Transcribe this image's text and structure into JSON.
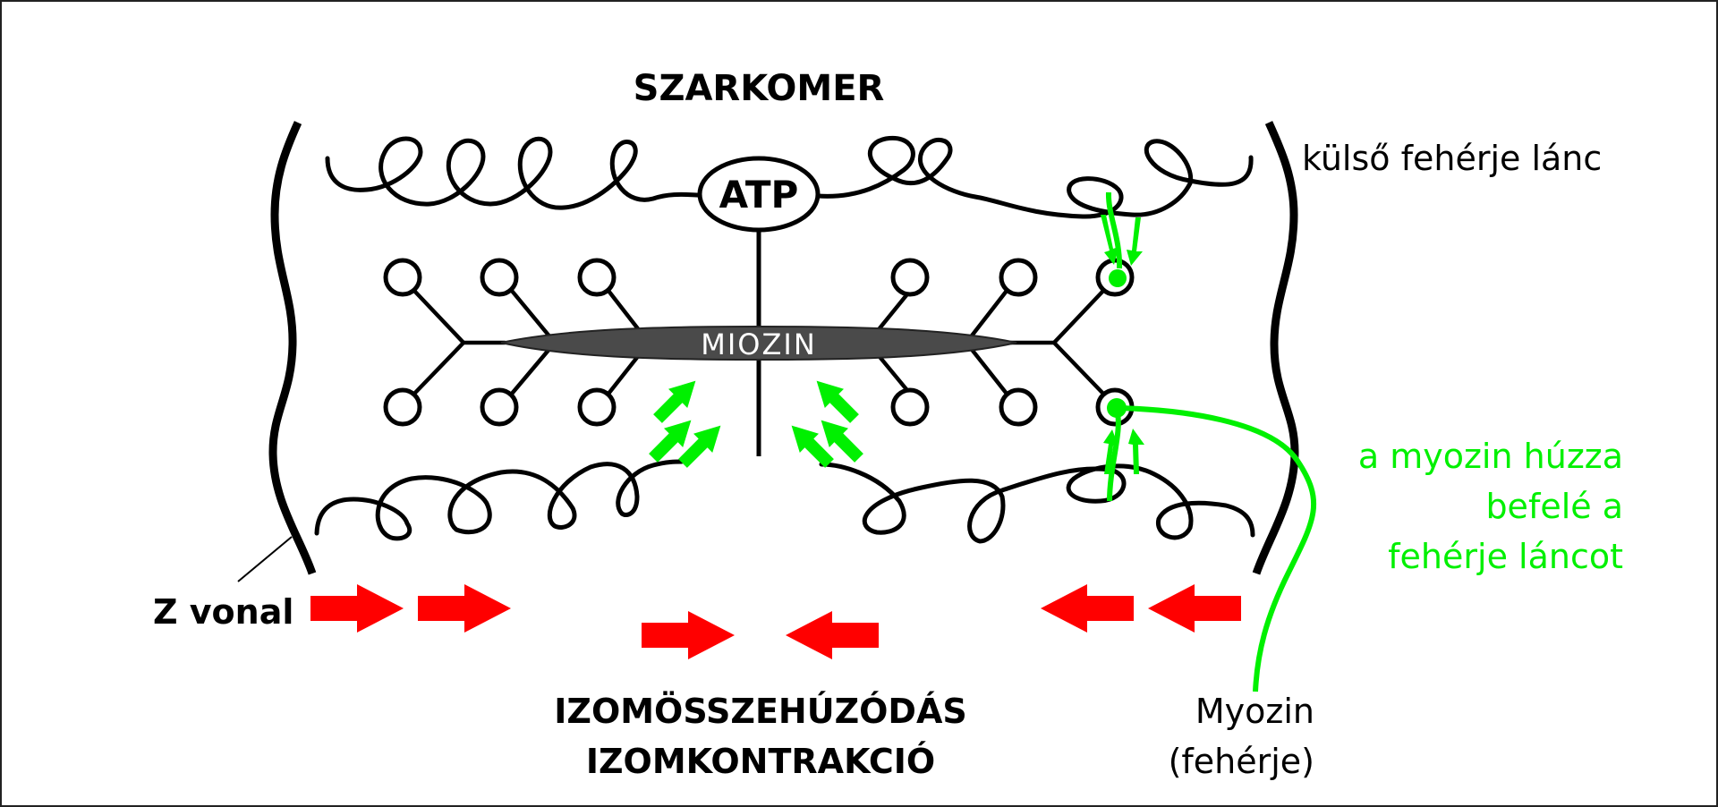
{
  "title": "SZARKOMER",
  "labels": {
    "atp": "ATP",
    "myosin_bar": "MIOZIN",
    "outer_chain": "külső fehérje lánc",
    "pull_note": [
      "a myozin húzza",
      "befelé a",
      "fehérje láncot"
    ],
    "z_line": "Z vonal",
    "myosin_protein": [
      "Myozin",
      "(fehérje)"
    ],
    "contraction": [
      "IZOMÖSSZEHÚZÓDÁS",
      "IZOMKONTRAKCIÓ"
    ]
  },
  "colors": {
    "line": "#000000",
    "myosin_bar_fill": "#4a4a4a",
    "myosin_bar_text": "#ffffff",
    "highlight_green": "#00f000",
    "arrow_red": "#ff0000",
    "border": "#222222",
    "background": "#ffffff"
  },
  "arrows": {
    "contraction_directions": [
      "right",
      "right",
      "right",
      "left",
      "left",
      "left"
    ]
  }
}
